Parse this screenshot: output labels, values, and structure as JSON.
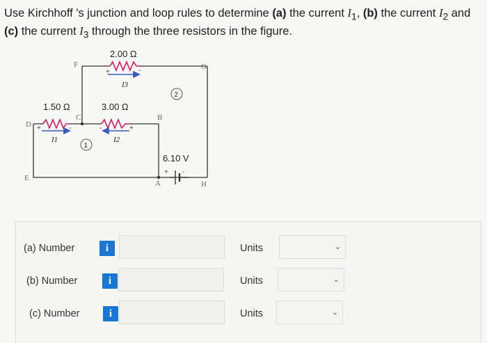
{
  "question": {
    "p1": "Use Kirchhoff 's junction and loop rules to determine ",
    "a": "(a)",
    "p2": " the current ",
    "I1": "I",
    "I1sub": "1",
    "p3": ", ",
    "b": "(b)",
    "p4": " the current ",
    "I2": "I",
    "I2sub": "2",
    "p5": " and ",
    "c": "(c)",
    "p6": " the current ",
    "I3": "I",
    "I3sub": "3",
    "p7": " through the three resistors in the figure."
  },
  "circuit": {
    "r_top": "2.00 Ω",
    "r_left": "1.50 Ω",
    "r_mid": "3.00 Ω",
    "battery": "6.10 V",
    "i3": "I3",
    "i1": "I1",
    "i2": "I2",
    "loop1": "1",
    "loop2": "2",
    "node_d": "D",
    "node_e": "E",
    "node_f": "F",
    "node_c": "C",
    "node_b": "B",
    "node_a": "A",
    "node_g": "G",
    "node_h": "H",
    "plus": "+",
    "minus": "-"
  },
  "answers": {
    "rows": [
      {
        "label": "(a)  Number",
        "info": "i",
        "units": "Units"
      },
      {
        "label": "(b)  Number",
        "info": "i",
        "units": "Units"
      },
      {
        "label": "(c)  Number",
        "info": "i",
        "units": "Units"
      }
    ],
    "chevron": "⌄"
  },
  "colors": {
    "resistor": "#d81b60",
    "arrow": "#3a5bb8",
    "wire": "#333333",
    "info": "#1976d2"
  }
}
